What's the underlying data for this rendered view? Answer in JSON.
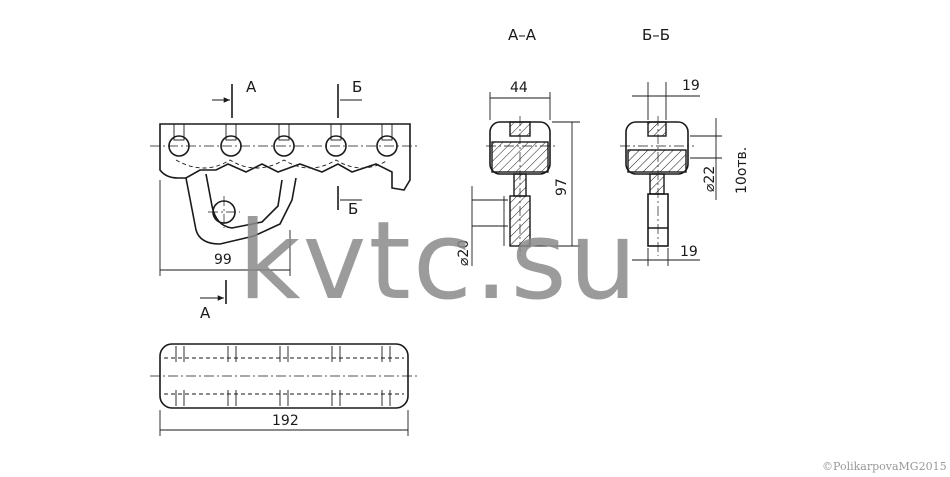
{
  "sections": {
    "aa_title": "А–А",
    "bb_title": "Б–Б"
  },
  "labels": {
    "cut_a": "А",
    "cut_b": "Б"
  },
  "dimensions": {
    "front_length": "99",
    "bottom_length": "192",
    "aa_width": "44",
    "aa_height": "97",
    "aa_dia": "⌀20",
    "bb_top": "19",
    "bb_bottom": "19",
    "bb_dia": "⌀22",
    "bb_holes": "10отв."
  },
  "watermark": "kvtc.su",
  "copyright": "©PolikarpovaMG2015"
}
